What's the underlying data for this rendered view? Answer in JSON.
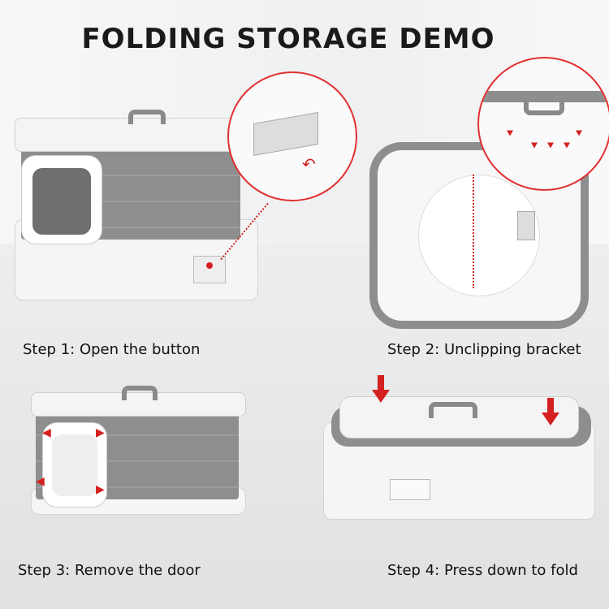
{
  "title": "FOLDING STORAGE DEMO",
  "steps": [
    {
      "label": "Step 1: Open the button"
    },
    {
      "label": "Step 2: Unclipping bracket"
    },
    {
      "label": "Step 3: Remove the door"
    },
    {
      "label": "Step 4: Press down to fold"
    }
  ],
  "colors": {
    "accent": "#d42020",
    "grey": "#8e8e8e",
    "white": "#f5f5f5"
  }
}
